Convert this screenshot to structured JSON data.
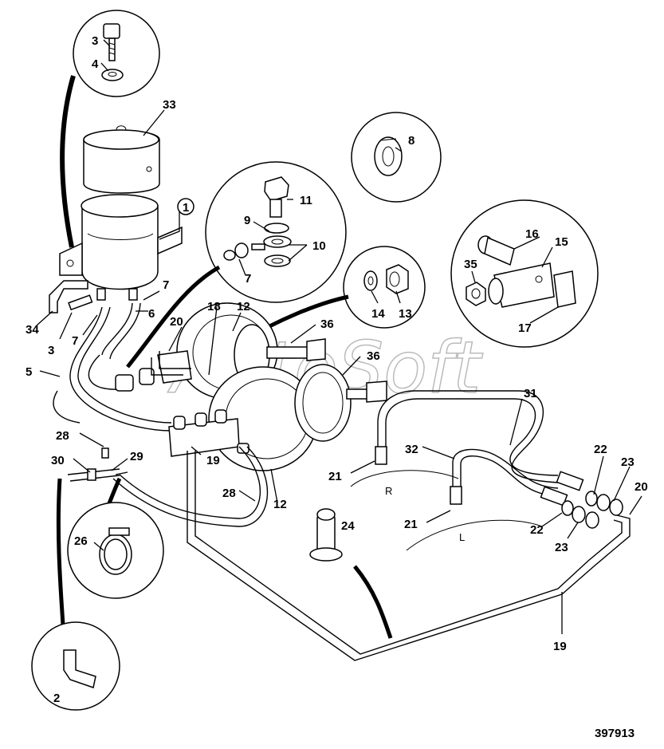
{
  "diagram": {
    "figure_number": "397913",
    "watermark": "AutoSoft",
    "side_labels": {
      "right": "R",
      "left": "L"
    },
    "callouts": {
      "c1": "1",
      "c2": "2",
      "c3a": "3",
      "c3b": "3",
      "c4": "4",
      "c5": "5",
      "c6": "6",
      "c7a": "7",
      "c7b": "7",
      "c7c": "7",
      "c8": "8",
      "c9": "9",
      "c10": "10",
      "c11": "11",
      "c12a": "12",
      "c12b": "12",
      "c13": "13",
      "c14": "14",
      "c15": "15",
      "c16": "16",
      "c17": "17",
      "c18": "18",
      "c19a": "19",
      "c19b": "19",
      "c20a": "20",
      "c20b": "20",
      "c21a": "21",
      "c21b": "21",
      "c22a": "22",
      "c22b": "22",
      "c23a": "23",
      "c23b": "23",
      "c24": "24",
      "c26": "26",
      "c28a": "28",
      "c28b": "28",
      "c29": "29",
      "c30": "30",
      "c31": "31",
      "c32": "32",
      "c33": "33",
      "c34": "34",
      "c35": "35",
      "c36a": "36",
      "c36b": "36"
    }
  }
}
